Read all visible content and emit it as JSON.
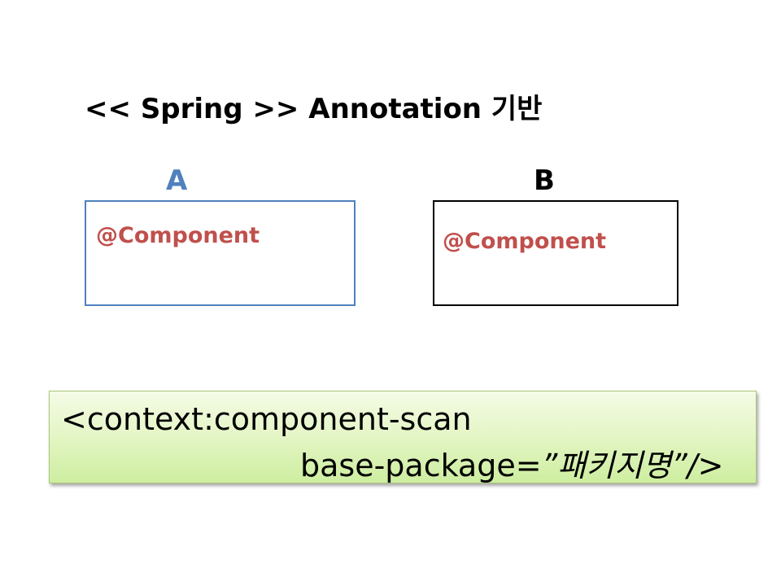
{
  "title": "<< Spring >> Annotation 기반",
  "boxes": {
    "a": {
      "label": "A",
      "annotation": "@Component"
    },
    "b": {
      "label": "B",
      "annotation": "@Component"
    }
  },
  "code": {
    "line1": "<context:component-scan",
    "line2_attr": "base-package=",
    "line2_open_quote": "”",
    "line2_value": "패키지명",
    "line2_close": "”/>"
  },
  "colors": {
    "label_a": "#4f81bd",
    "label_b": "#000000",
    "border_a": "#4f81bd",
    "border_b": "#000000",
    "annotation": "#c0504d"
  }
}
